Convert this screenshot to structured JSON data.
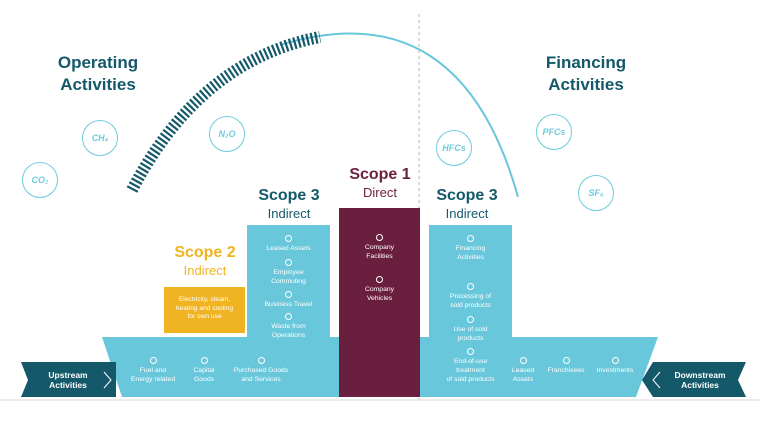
{
  "titles": {
    "operating": [
      "Operating",
      "Activities"
    ],
    "financing": [
      "Financing",
      "Activities"
    ]
  },
  "gases": [
    "CO₂",
    "CH₄",
    "N₂O",
    "HFCs",
    "PFCs",
    "SF₆"
  ],
  "scope1": {
    "title": "Scope 1",
    "subtitle": "Direct",
    "items": [
      [
        "Company",
        "Facilities"
      ],
      [
        "Company",
        "Vehicles"
      ]
    ]
  },
  "scope2": {
    "title": "Scope 2",
    "subtitle": "Indirect",
    "box": [
      "Electricity, steam,",
      "heating and cooling",
      "for own use"
    ]
  },
  "scope3_up": {
    "title": "Scope 3",
    "subtitle": "Indirect",
    "items": [
      [
        "Leased Assets"
      ],
      [
        "Employee",
        "Commuting"
      ],
      [
        "Business Travel"
      ],
      [
        "Waste from",
        "Operations"
      ]
    ]
  },
  "scope3_down": {
    "title": "Scope 3",
    "subtitle": "Indirect",
    "items": [
      [
        "Financing",
        "Activities"
      ],
      [
        "Processing of",
        "sold products"
      ],
      [
        "Use of sold",
        "products"
      ],
      [
        "End-of-use",
        "treatment",
        "of sold products"
      ]
    ]
  },
  "upstream_items": [
    [
      "Fuel and",
      "Energy related"
    ],
    [
      "Capital",
      "Goods"
    ],
    [
      "Purchased Goods",
      "and Services"
    ]
  ],
  "downstream_items": [
    [
      "Leased",
      "Assets"
    ],
    [
      "Franchisees"
    ],
    [
      "Investments"
    ]
  ],
  "upstream_label": [
    "Upstream",
    "Activities"
  ],
  "downstream_label": [
    "Downstream",
    "Activities"
  ],
  "colors": {
    "teal_dark": "#14596a",
    "teal_light": "#68c7da",
    "maroon": "#6b1f3f",
    "gold": "#f0b321",
    "divider": "#b7b7b7"
  }
}
